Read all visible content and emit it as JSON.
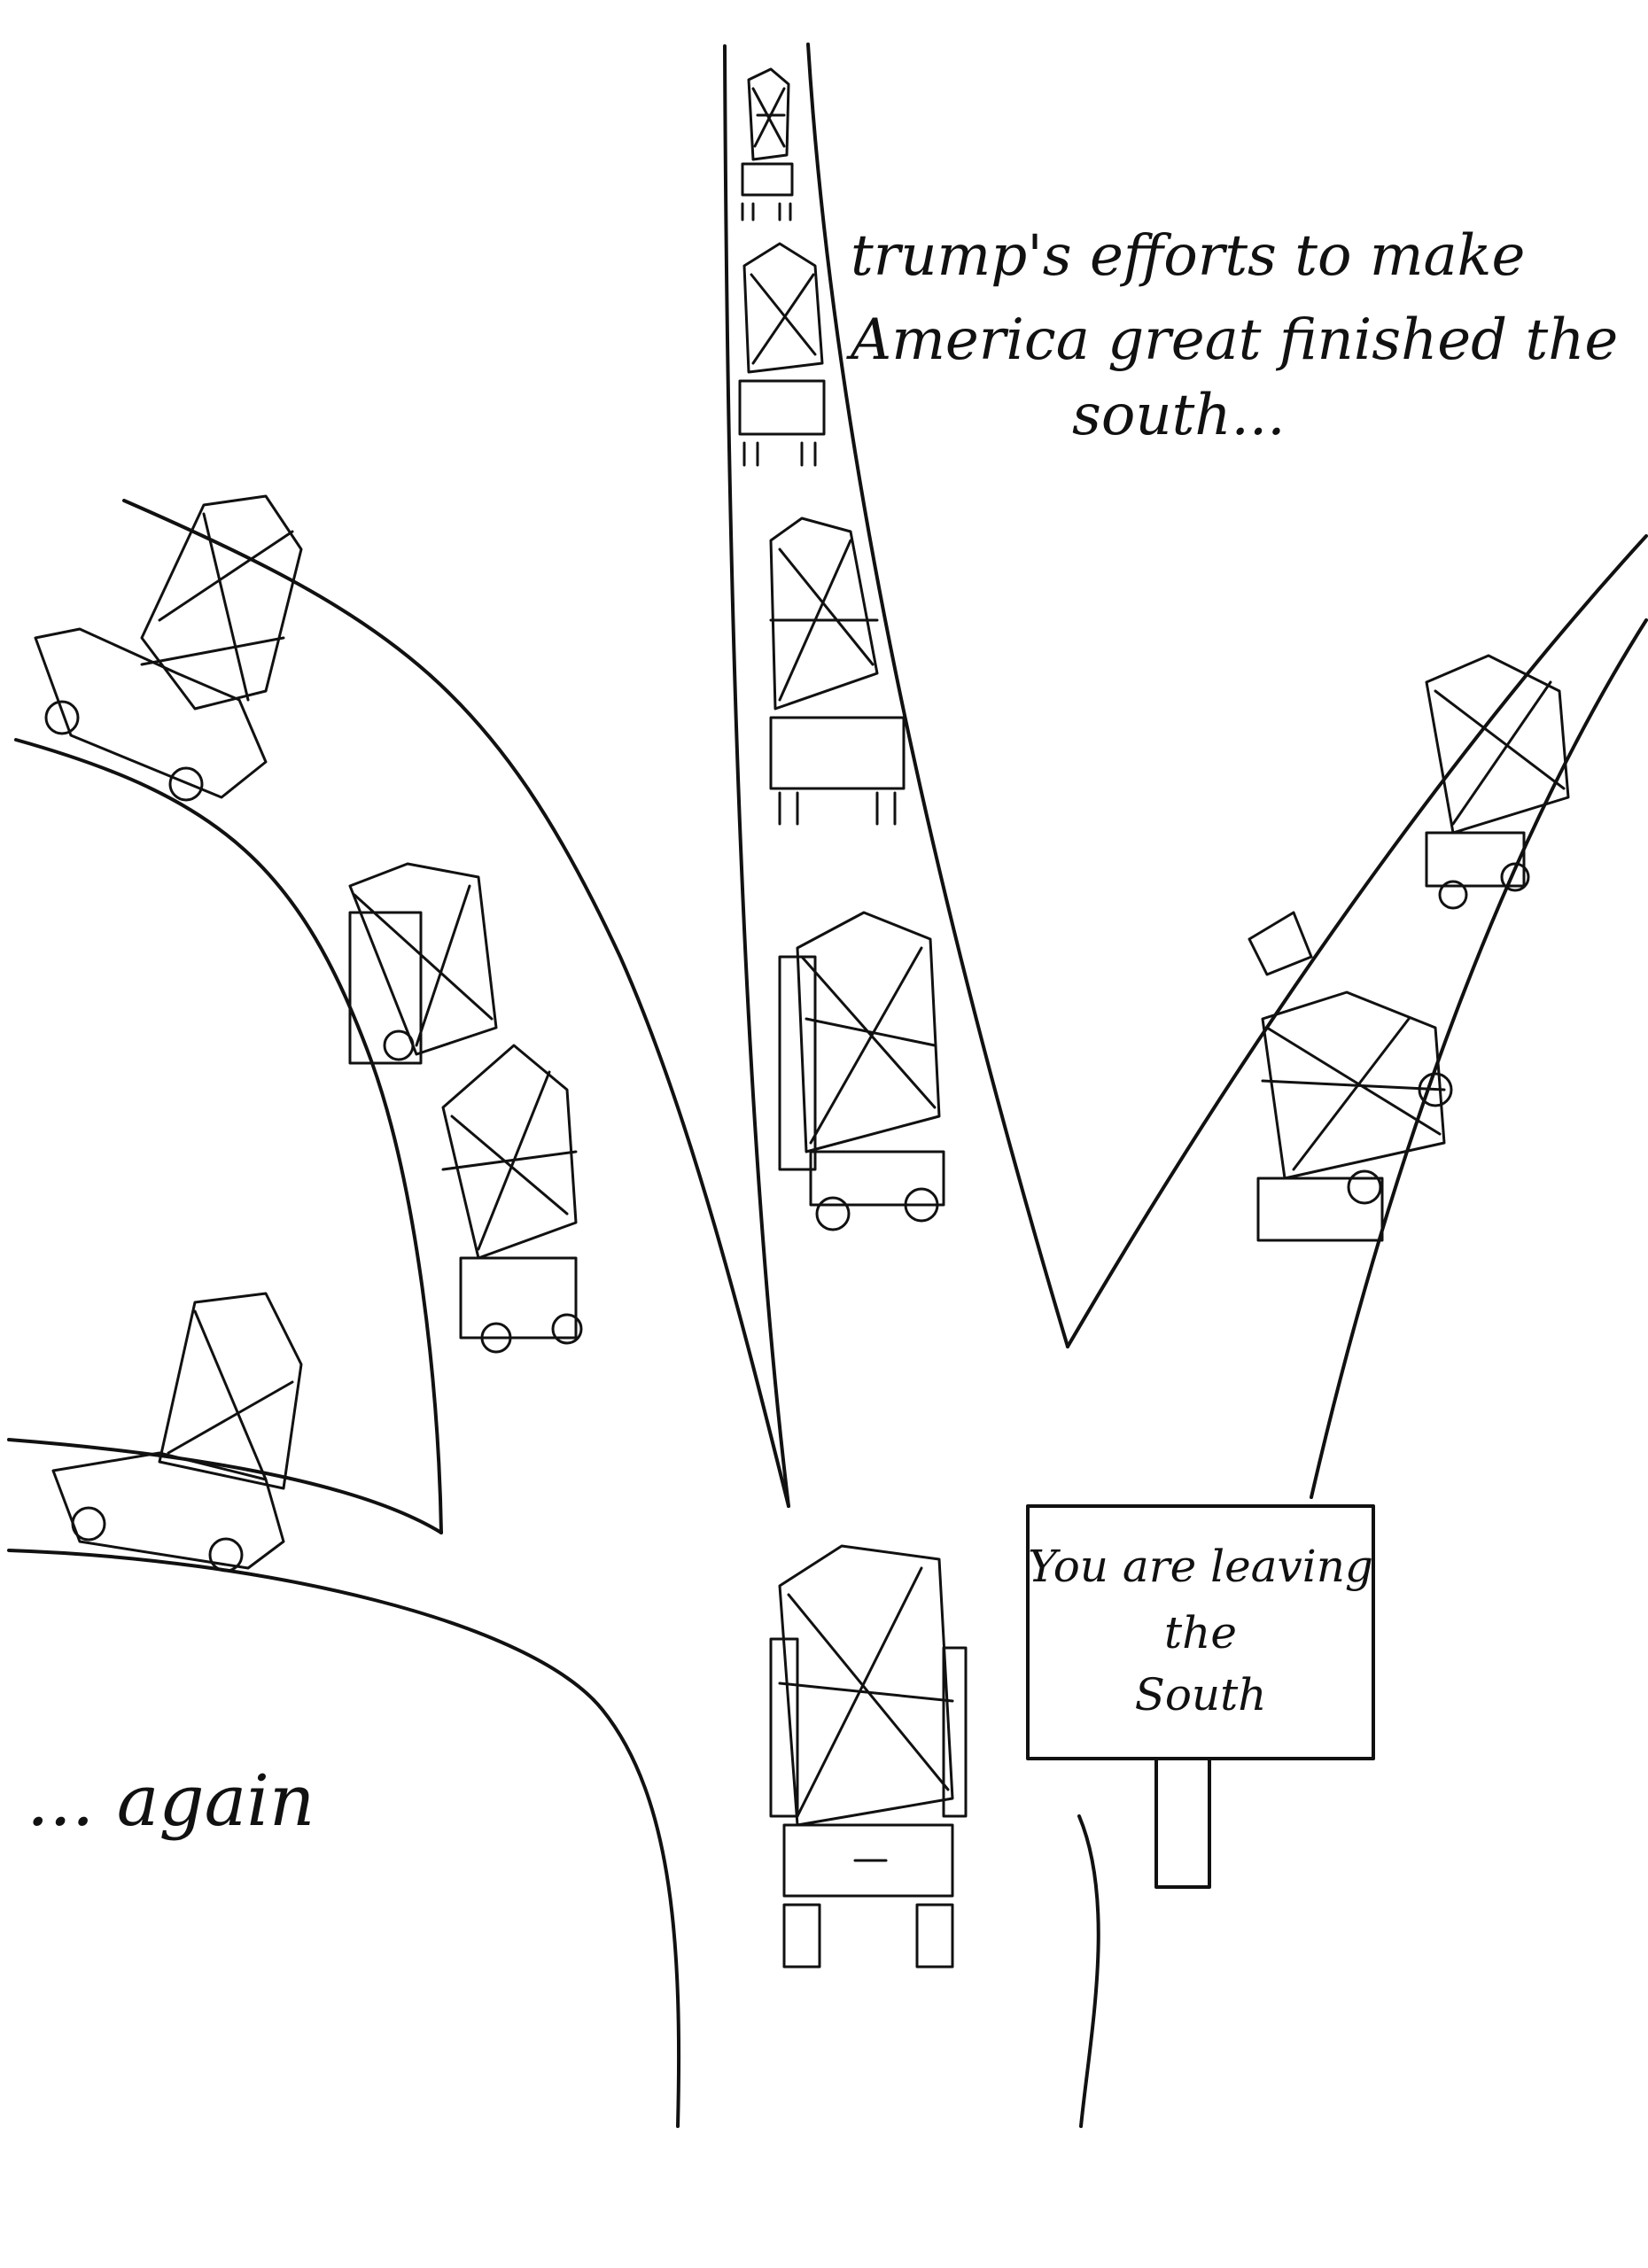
{
  "caption": {
    "line1": "trump's efforts to make",
    "line2": "America great finished the",
    "line3": "south..."
  },
  "footer_caption": "... again",
  "sign": {
    "line1": "You are leaving",
    "line2": "the",
    "line3": "South"
  },
  "colors": {
    "ink": "#111111",
    "paper": "#ffffff"
  }
}
